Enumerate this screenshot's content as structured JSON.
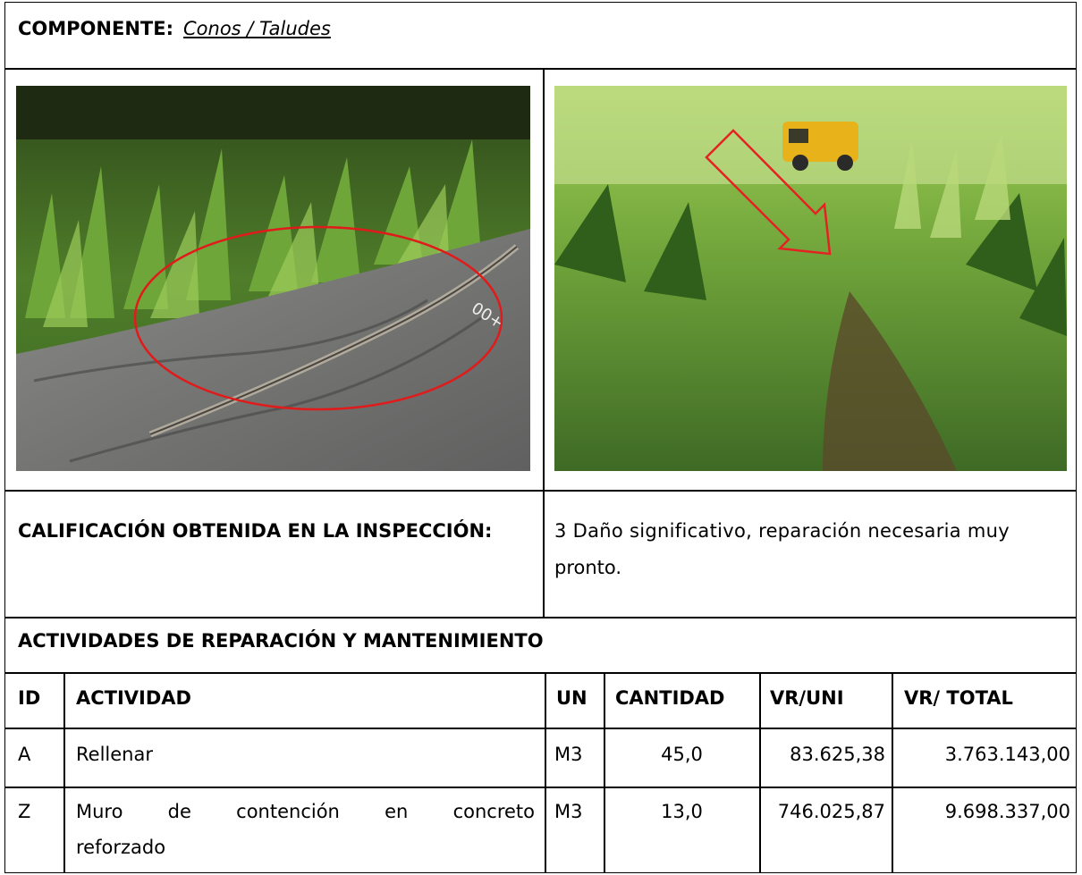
{
  "header": {
    "componente_label": "COMPONENTE:",
    "componente_value": "Conos / Taludes"
  },
  "photos": {
    "left": {
      "annotation": "red-ellipse",
      "content": "cracked asphalt road edge with grass"
    },
    "right": {
      "annotation": "red-arrow",
      "content": "vegetated slope with yellow vehicle in background"
    }
  },
  "inspection": {
    "label": "CALIFICACIÓN OBTENIDA EN LA INSPECCIÓN:",
    "value_line1": "3 Daño significativo, reparación necesaria muy",
    "value_line2": "pronto."
  },
  "activities": {
    "title": "ACTIVIDADES DE REPARACIÓN Y MANTENIMIENTO",
    "columns": [
      "ID",
      "ACTIVIDAD",
      "UN",
      "CANTIDAD",
      "VR/UNI",
      "VR/ TOTAL"
    ],
    "rows": [
      {
        "id": "A",
        "actividad": "Rellenar",
        "actividad2": "",
        "un": "M3",
        "cantidad": "45,0",
        "vr_uni": "83.625,38",
        "vr_total": "3.763.143,00"
      },
      {
        "id": "Z",
        "actividad": "Muro de contención en concreto",
        "actividad2": "reforzado",
        "un": "M3",
        "cantidad": "13,0",
        "vr_uni": "746.025,87",
        "vr_total": "9.698.337,00"
      }
    ]
  }
}
